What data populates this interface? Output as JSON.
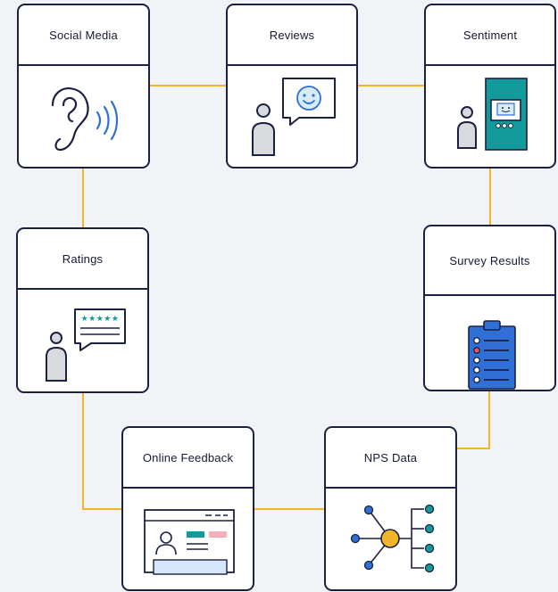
{
  "colors": {
    "connector": "#f2b52a",
    "border": "#1b2140",
    "accent_blue": "#2f6fd6",
    "accent_teal": "#139a9a",
    "accent_orange": "#f2b52a"
  },
  "cards": {
    "social_media": {
      "title": "Social Media",
      "icon": "listening-ear-icon"
    },
    "reviews": {
      "title": "Reviews",
      "icon": "person-smiley-speech-icon"
    },
    "sentiment": {
      "title": "Sentiment",
      "icon": "person-sentiment-screen-icon"
    },
    "ratings": {
      "title": "Ratings",
      "icon": "person-star-rating-icon"
    },
    "survey_results": {
      "title": "Survey Results",
      "icon": "clipboard-checklist-icon"
    },
    "online_feedback": {
      "title": "Online Feedback",
      "icon": "feedback-webpage-icon"
    },
    "nps_data": {
      "title": "NPS Data",
      "icon": "network-hub-icon"
    }
  }
}
